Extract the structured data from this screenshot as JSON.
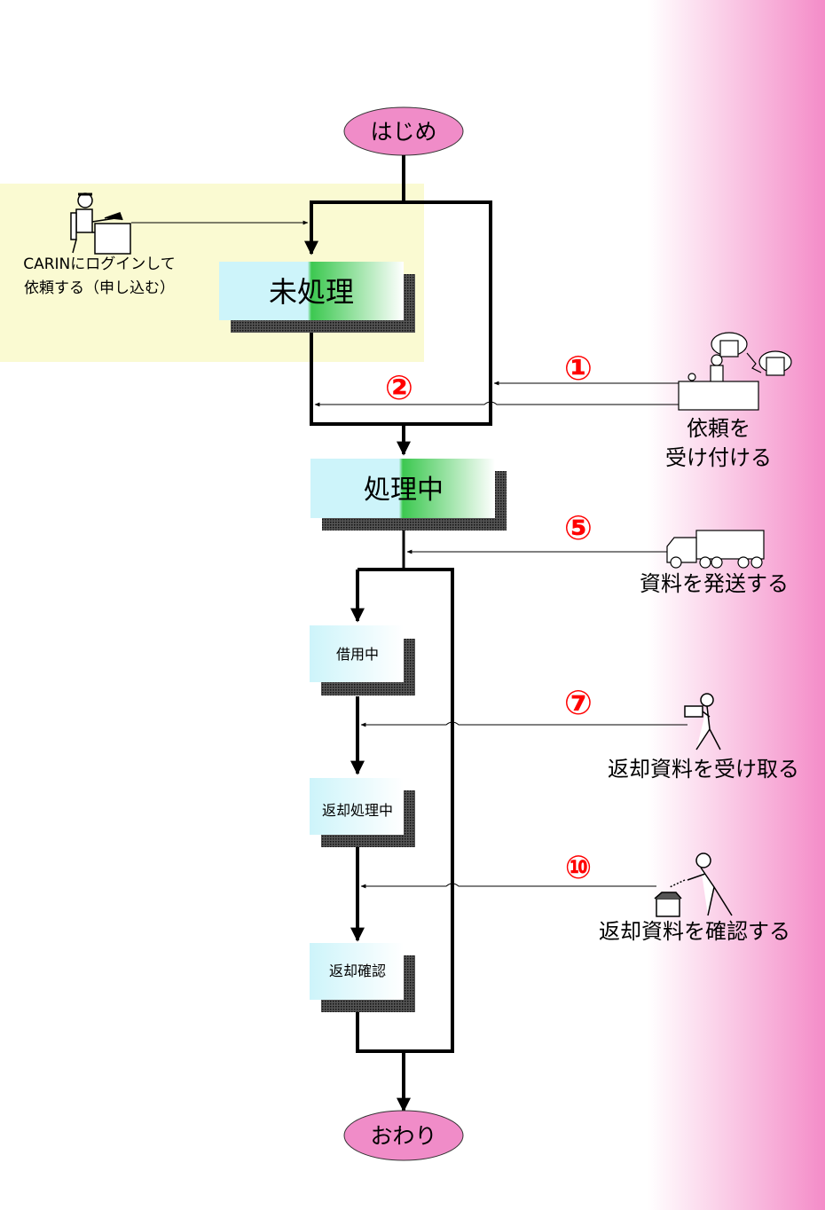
{
  "terminals": {
    "start": "はじめ",
    "end": "おわり"
  },
  "states": {
    "unprocessed": "未処理",
    "processing": "処理中",
    "borrowing": "借用中",
    "returning": "返却処理中",
    "return_confirmed": "返却確認"
  },
  "user_action": {
    "line1": "CARINにログインして",
    "line2": "依頼する（申し込む）"
  },
  "actions": {
    "accept": {
      "number": "①",
      "line1": "依頼を",
      "line2": "受け付ける"
    },
    "reply": {
      "number": "②"
    },
    "ship": {
      "number": "⑤",
      "label": "資料を発送する"
    },
    "receive": {
      "number": "⑦",
      "label": "返却資料を受け取る"
    },
    "confirm": {
      "number": "⑩",
      "label": "返却資料を確認する"
    }
  },
  "icons": [
    "user-at-desk-icon",
    "operator-phone-icon",
    "truck-icon",
    "person-carrying-box-icon",
    "person-inspecting-box-icon"
  ],
  "colors": {
    "terminal_fill": "#f08cc8",
    "highlight_band": "#fafad2",
    "pink_band": "#f48cc8",
    "state_gradient_start": "#cdf4fa",
    "state_gradient_green": "#3cc850",
    "number_red": "#ff0000"
  }
}
